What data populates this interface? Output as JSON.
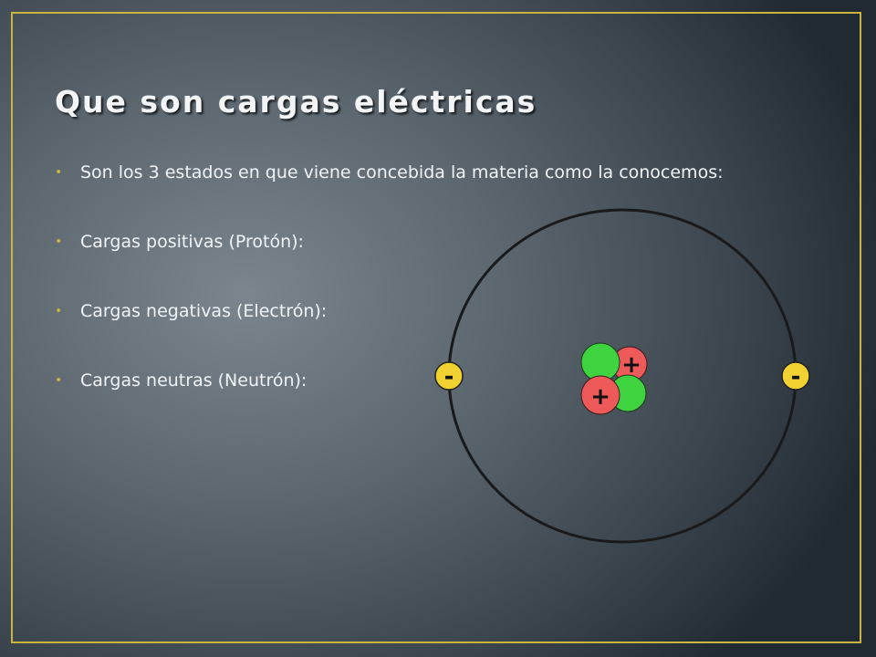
{
  "slide": {
    "title": "Que son cargas eléctricas",
    "bullets": [
      "Son los 3 estados en que viene concebida la materia como la conocemos:",
      "Cargas positivas  (Protón):",
      "Cargas negativas (Electrón):",
      "Cargas neutras (Neutrón):"
    ]
  },
  "atom": {
    "electron_sign": "-",
    "proton_sign": "+",
    "colors": {
      "orbit": "#1a1a1a",
      "electron": "#f2d230",
      "proton": "#ee5a5a",
      "neutron": "#3fd43f",
      "accent": "#c9b441"
    }
  }
}
